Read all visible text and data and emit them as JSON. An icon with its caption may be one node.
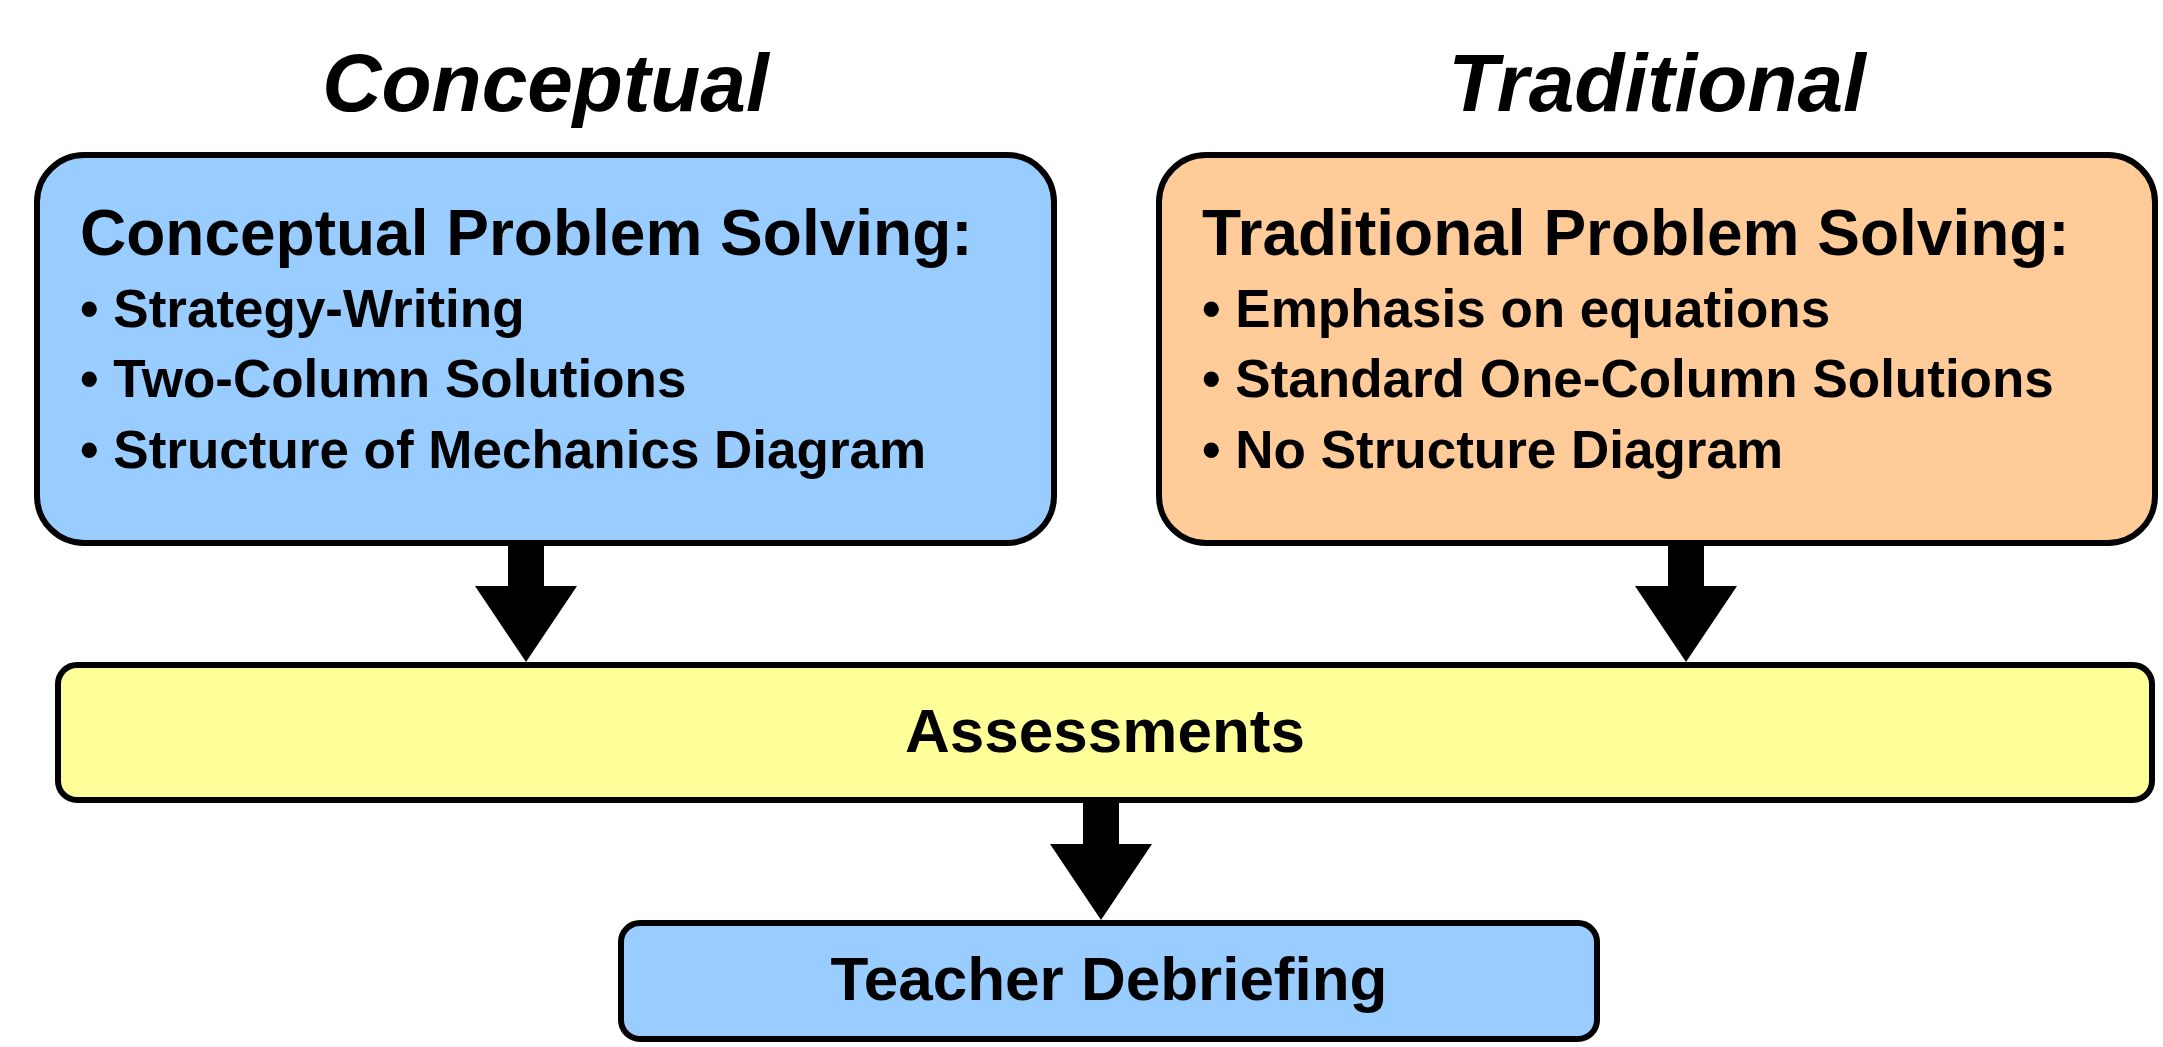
{
  "diagram": {
    "nodes": [
      {
        "text": [
          "Conceptual",
          "Conceptual Problem Solving:",
          "• Strategy-Writing",
          "• Two-Column Solutions",
          "• Structure of Mechanics Diagram"
        ]
      },
      {
        "text": [
          "Traditional",
          "Traditional Problem Solving:",
          "• Emphasis on equations",
          "• Standard One-Column Solutions",
          "• No Structure Diagram"
        ]
      },
      {
        "text": [
          "Assessments"
        ]
      },
      {
        "text": [
          "Teacher Debriefing"
        ]
      }
    ],
    "edges": [
      {
        "from": 0,
        "to": 2,
        "arrow": "to"
      },
      {
        "from": 1,
        "to": 2,
        "arrow": "to"
      },
      {
        "from": 2,
        "to": 3,
        "arrow": "to"
      }
    ]
  }
}
